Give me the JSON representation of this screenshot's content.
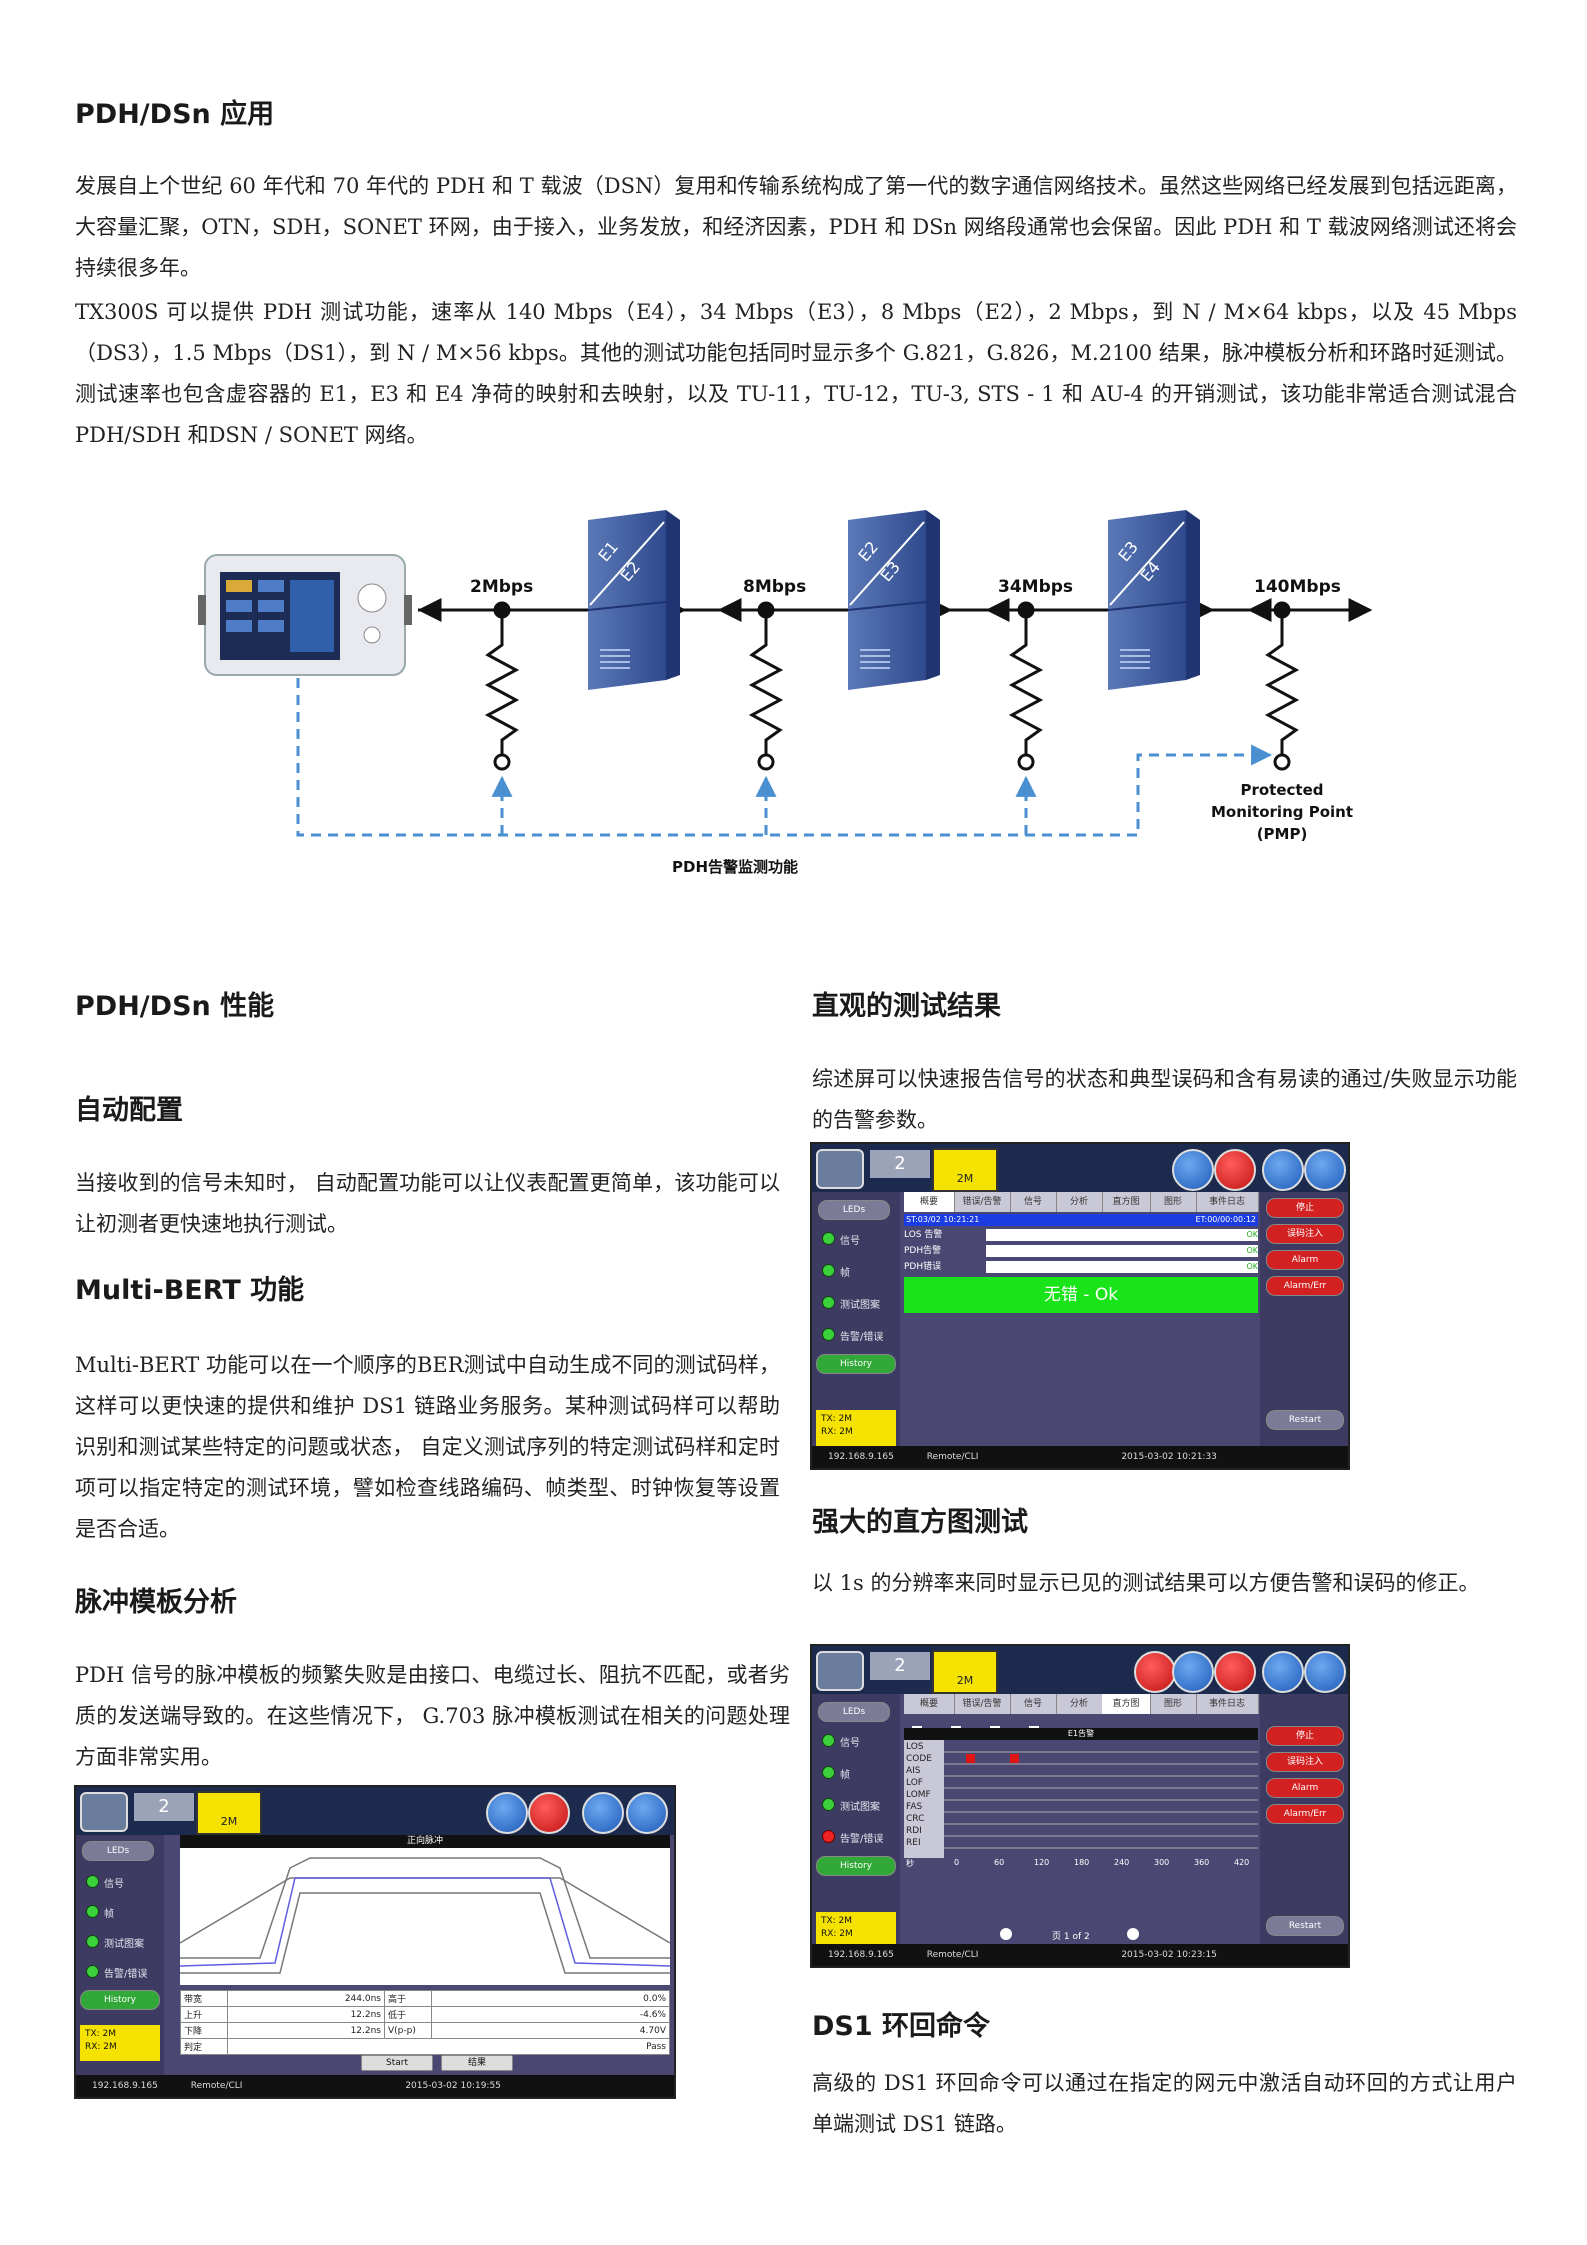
{
  "sec1": {
    "title": "PDH/DSn  应用",
    "para1": "发展自上个世纪 60 年代和 70 年代的 PDH 和 T 载波（DSN）复用和传输系统构成了第一代的数字通信网络技术。虽然这些网络已经发展到包括远距离，大容量汇聚，OTN，SDH，SONET 环网，由于接入，业务发放，和经济因素，PDH 和 DSn 网络段通常也会保留。因此 PDH 和 T 载波网络测试还将会持续很多年。",
    "para2": "TX300S 可以提供 PDH 测试功能，速率从 140 Mbps（E4），34 Mbps（E3），8 Mbps（E2），2 Mbps，到 N / M×64 kbps，以及 45 Mbps（DS3），1.5 Mbps（DS1），到 N / M×56 kbps。其他的测试功能包括同时显示多个 G.821，G.826，M.2100 结果，脉冲模板分析和环路时延测试。测试速率也包含虚容器的 E1，E3 和 E4 净荷的映射和去映射，以及 TU-11，TU-12，TU-3, STS - 1 和 AU-4 的开销测试，该功能非常适合测试混合 PDH/SDH 和DSN / SONET 网络。"
  },
  "diagram": {
    "rates": [
      "2Mbps",
      "8Mbps",
      "34Mbps",
      "140Mbps"
    ],
    "muxes": [
      {
        "a": "E1",
        "b": "E2"
      },
      {
        "a": "E2",
        "b": "E3"
      },
      {
        "a": "E3",
        "b": "E4"
      }
    ],
    "pmp_lines": [
      "Protected",
      "Monitoring Point",
      "(PMP)"
    ],
    "caption": "PDH告警监测功能"
  },
  "left": {
    "title": "PDH/DSn  性能",
    "auto_title": "自动配置",
    "auto_text": "当接收到的信号未知时，  自动配置功能可以让仪表配置更简单，该功能可以让初测者更快速地执行测试。",
    "mbert_title": "Multi-BERT 功能",
    "mbert_text": "Multi-BERT 功能可以在一个顺序的BER测试中自动生成不同的测试码样，这样可以更快速的提供和维护 DS1 链路业务服务。某种测试码样可以帮助识别和测试某些特定的问题或状态，  自定义测试序列的特定测试码样和定时项可以指定特定的测试环境，譬如检查线路编码、帧类型、时钟恢复等设置是否合适。",
    "pulse_title": "脉冲模板分析",
    "pulse_text": "PDH 信号的脉冲模板的频繁失败是由接口、电缆过长、阻抗不匹配，或者劣质的发送端导致的。在这些情况下，  G.703 脉冲模板测试在相关的问题处理方面非常实用。"
  },
  "right": {
    "intuitive_title": "直观的测试结果",
    "intuitive_text": "综述屏可以快速报告信号的状态和典型误码和含有易读的通过/失败显示功能的告警参数。",
    "histo_title": "强大的直方图测试",
    "histo_text": "以  1s 的分辨率来同时显示已见的测试结果可以方便告警和误码的修正。",
    "ds1_title": "DS1  环回命令",
    "ds1_text": "高级的 DS1 环回命令可以通过在指定的网元中激活自动环回的方式让用户单端测试 DS1 链路。"
  },
  "screen_common": {
    "port_num": "2",
    "port_rate": "2M",
    "leds_label": "LEDs",
    "led_items": [
      "信号",
      "帧",
      "测试图案",
      "告警/错误"
    ],
    "history": "History",
    "txrx": [
      "TX: 2M",
      "RX: 2M"
    ],
    "ip": "192.168.9.165",
    "remote": "Remote/CLI",
    "tabs": [
      "概要",
      "错误/告警",
      "信号",
      "分析",
      "直方图",
      "图形",
      "事件日志"
    ],
    "right_buttons": [
      "停止",
      "误码注入",
      "Alarm",
      "Alarm/Err"
    ],
    "restart": "Restart"
  },
  "screen1": {
    "st": "ST:03/02 10:21:21",
    "et": "ET:00/00:00:12",
    "rows": [
      {
        "label": "LOS 告警",
        "val": "OK"
      },
      {
        "label": "PDH告警",
        "val": "OK"
      },
      {
        "label": "PDH错误",
        "val": "OK"
      }
    ],
    "banner": "无错 - Ok",
    "time": "2015-03-02  10:21:33"
  },
  "screen2": {
    "chart_title": "E1告警",
    "rows": [
      "LOS",
      "CODE",
      "AIS",
      "LOF",
      "LOMF",
      "FAS",
      "CRC",
      "RDI",
      "REI"
    ],
    "xticks": [
      "秒",
      "0",
      "60",
      "120",
      "180",
      "240",
      "300",
      "360",
      "420"
    ],
    "page": "页 1 of 2",
    "time": "2015-03-02  10:23:15",
    "nav": [
      "<",
      "<",
      ">",
      ">"
    ]
  },
  "screen3": {
    "title": "正向脉冲",
    "table": [
      {
        "k1": "带宽",
        "v1": "244.0ns",
        "k2": "高于",
        "v2": "0.0%"
      },
      {
        "k1": "上升",
        "v1": "12.2ns",
        "k2": "低于",
        "v2": "-4.6%"
      },
      {
        "k1": "下降",
        "v1": "12.2ns",
        "k2": "V(p-p)",
        "v2": "4.70V"
      },
      {
        "k1": "判定",
        "v1": "",
        "k2": "",
        "v2": "Pass"
      }
    ],
    "start": "Start",
    "result": "结果",
    "time": "2015-03-02  10:19:55"
  }
}
